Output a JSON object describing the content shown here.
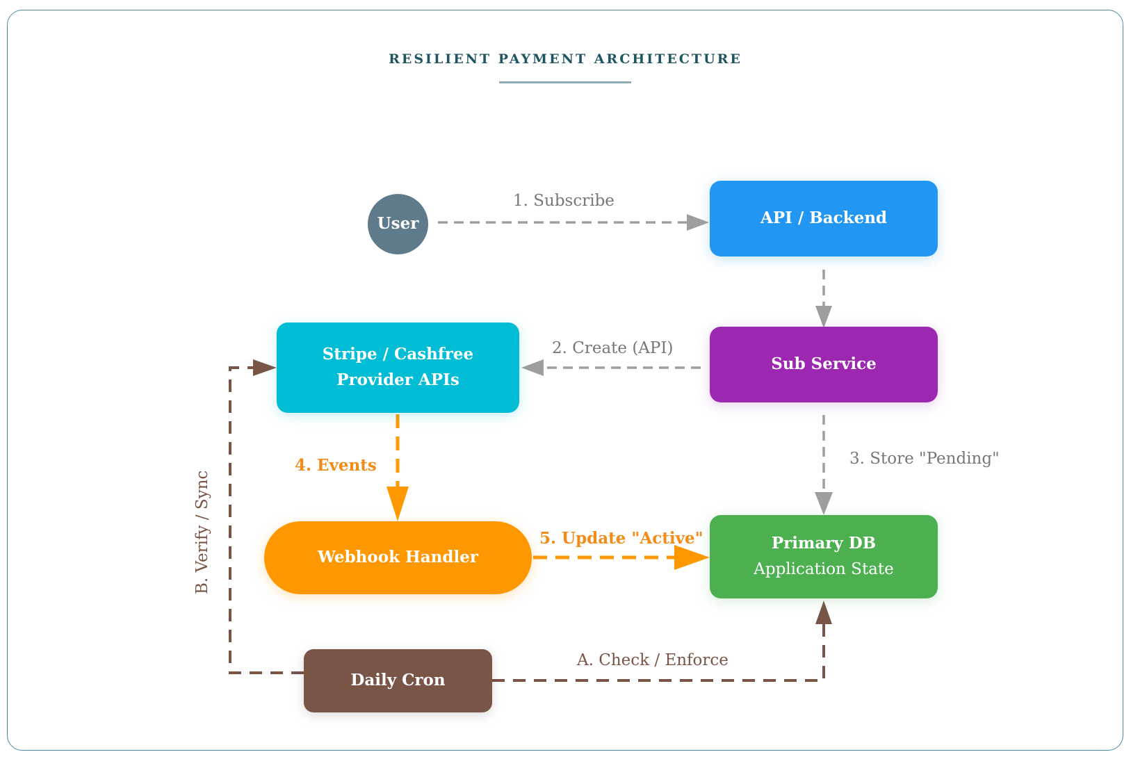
{
  "title": "RESILIENT PAYMENT ARCHITECTURE",
  "colors": {
    "frame": "#4a8aa0",
    "title": "#1f5560",
    "user": "#5f7b8b",
    "api_backend": "#2196f3",
    "sub_service": "#9c27b0",
    "provider": "#00bcd4",
    "webhook": "#ff9800",
    "primary_db": "#4caf50",
    "daily_cron": "#795548",
    "flow_grey": "#9e9e9e",
    "flow_orange": "#ff9800",
    "flow_brown": "#795548"
  },
  "nodes": {
    "user": {
      "label": "User"
    },
    "api": {
      "label": "API / Backend"
    },
    "sub": {
      "label": "Sub Service"
    },
    "stripe": {
      "line1": "Stripe / Cashfree",
      "line2": "Provider APIs"
    },
    "webhook": {
      "label": "Webhook Handler"
    },
    "db": {
      "line1": "Primary DB",
      "line2": "Application State"
    },
    "cron": {
      "label": "Daily Cron"
    }
  },
  "edges": [
    {
      "id": "subscribe",
      "from": "User",
      "to": "API / Backend",
      "label": "1. Subscribe",
      "style": "grey-dashed"
    },
    {
      "id": "api-to-sub",
      "from": "API / Backend",
      "to": "Sub Service",
      "label": "",
      "style": "grey-dashed"
    },
    {
      "id": "create",
      "from": "Sub Service",
      "to": "Stripe / Cashfree",
      "label": "2. Create (API)",
      "style": "grey-dashed"
    },
    {
      "id": "store",
      "from": "Sub Service",
      "to": "Primary DB",
      "label": "3. Store \"Pending\"",
      "style": "grey-dashed"
    },
    {
      "id": "events",
      "from": "Stripe / Cashfree",
      "to": "Webhook Handler",
      "label": "4. Events",
      "style": "orange-dashed-bold"
    },
    {
      "id": "update",
      "from": "Webhook Handler",
      "to": "Primary DB",
      "label": "5. Update \"Active\"",
      "style": "orange-dashed-bold"
    },
    {
      "id": "check",
      "from": "Daily Cron",
      "to": "Primary DB",
      "label": "A. Check / Enforce",
      "style": "brown-dashed"
    },
    {
      "id": "verify",
      "from": "Daily Cron",
      "to": "Stripe / Cashfree",
      "label": "B. Verify / Sync",
      "style": "brown-dashed"
    }
  ]
}
